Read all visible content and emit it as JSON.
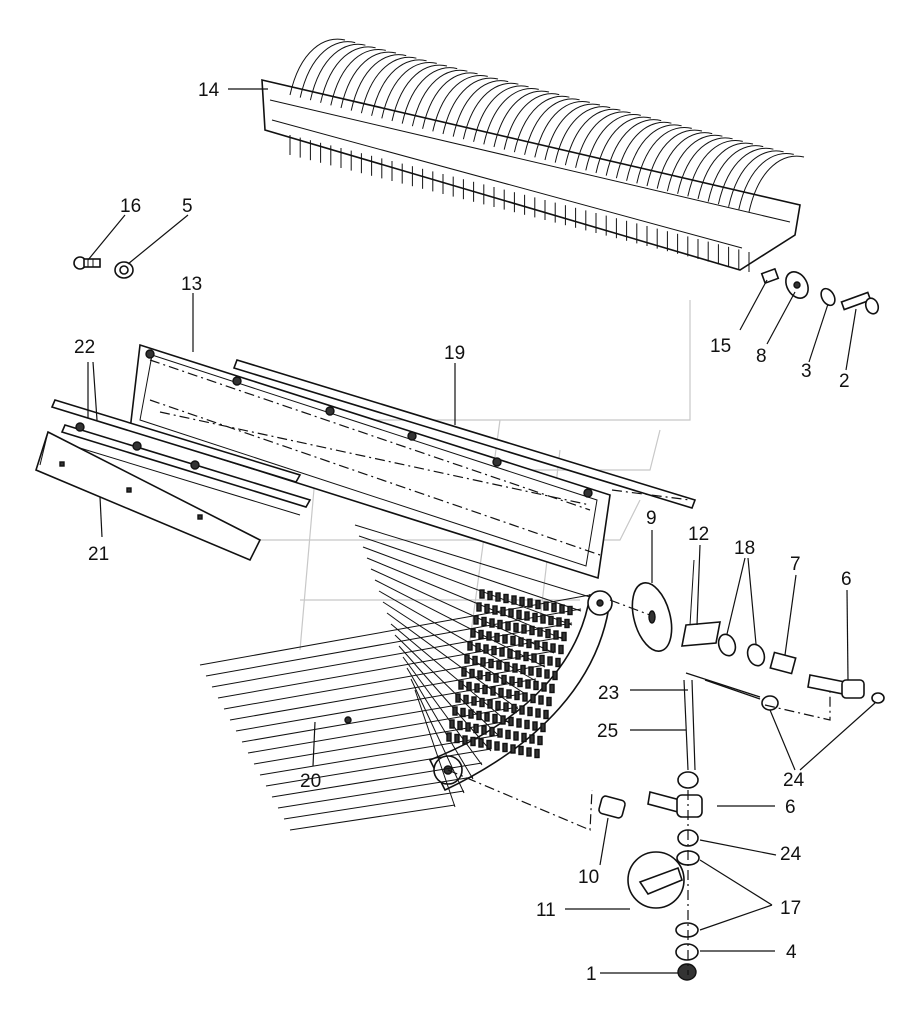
{
  "callouts": [
    {
      "id": "c14",
      "text": "14"
    },
    {
      "id": "c16",
      "text": "16"
    },
    {
      "id": "c5a",
      "text": "5"
    },
    {
      "id": "c13",
      "text": "13"
    },
    {
      "id": "c22",
      "text": "22"
    },
    {
      "id": "c19",
      "text": "19"
    },
    {
      "id": "c15",
      "text": "15"
    },
    {
      "id": "c8",
      "text": "8"
    },
    {
      "id": "c3",
      "text": "3"
    },
    {
      "id": "c2",
      "text": "2"
    },
    {
      "id": "c21",
      "text": "21"
    },
    {
      "id": "c9",
      "text": "9"
    },
    {
      "id": "c12",
      "text": "12"
    },
    {
      "id": "c18",
      "text": "18"
    },
    {
      "id": "c7",
      "text": "7"
    },
    {
      "id": "c6a",
      "text": "6"
    },
    {
      "id": "c23",
      "text": "23"
    },
    {
      "id": "c25",
      "text": "25"
    },
    {
      "id": "c24a",
      "text": "24"
    },
    {
      "id": "c20",
      "text": "20"
    },
    {
      "id": "c6b",
      "text": "6"
    },
    {
      "id": "c10",
      "text": "10"
    },
    {
      "id": "c24b",
      "text": "24"
    },
    {
      "id": "c11",
      "text": "11"
    },
    {
      "id": "c17",
      "text": "17"
    },
    {
      "id": "c4",
      "text": "4"
    },
    {
      "id": "c1",
      "text": "1"
    }
  ]
}
